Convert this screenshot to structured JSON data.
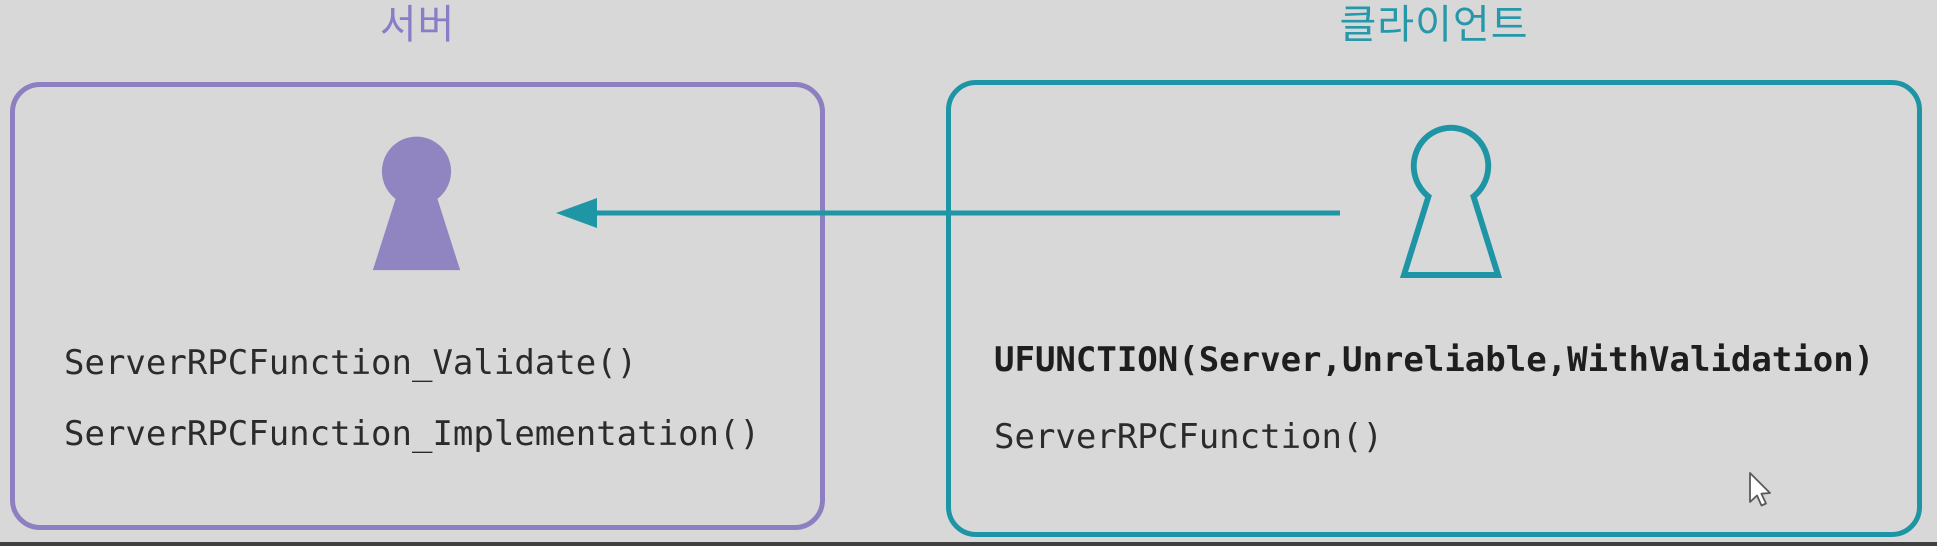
{
  "background": "#d8d8d8",
  "code_color": "#2b2b2b",
  "server_panel": {
    "title": "서버",
    "accent": "#8a7cc6",
    "border": "#8e80c0",
    "icon": "person-silhouette-filled",
    "icon_color": "#9185c1",
    "lines": [
      {
        "text": "ServerRPCFunction_Validate()",
        "bold": false
      },
      {
        "text": "ServerRPCFunction_Implementation()",
        "bold": false
      }
    ]
  },
  "client_panel": {
    "title": "클라이언트",
    "accent": "#2598aa",
    "border": "#1d95a5",
    "icon": "person-silhouette-outline",
    "icon_color": "#1d95a5",
    "lines": [
      {
        "text": "UFUNCTION(Server,Unreliable,WithValidation)",
        "bold": true
      },
      {
        "text": "ServerRPCFunction()",
        "bold": false
      }
    ]
  },
  "arrow": {
    "meaning": "client-calls-server-rpc",
    "direction": "right-to-left",
    "color": "#1f96a6"
  },
  "cursor": "mouse-pointer"
}
